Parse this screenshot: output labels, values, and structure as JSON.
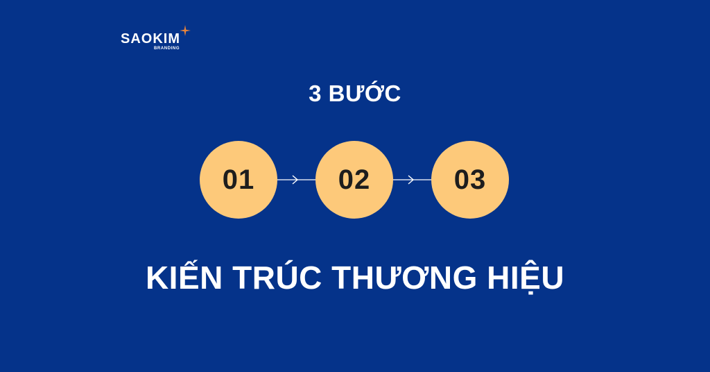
{
  "logo": {
    "name": "SAOKIM",
    "sub": "BRANDING",
    "icon": "star-sparkle-icon",
    "accent_color": "#e9843a"
  },
  "heading": "3 BƯỚC",
  "steps": [
    {
      "label": "01"
    },
    {
      "label": "02"
    },
    {
      "label": "03"
    }
  ],
  "title": "KIẾN TRÚC THƯƠNG HIỆU",
  "colors": {
    "background": "#05338a",
    "circle": "#fdc97a",
    "text": "#ffffff",
    "number": "#1d1d1d"
  }
}
